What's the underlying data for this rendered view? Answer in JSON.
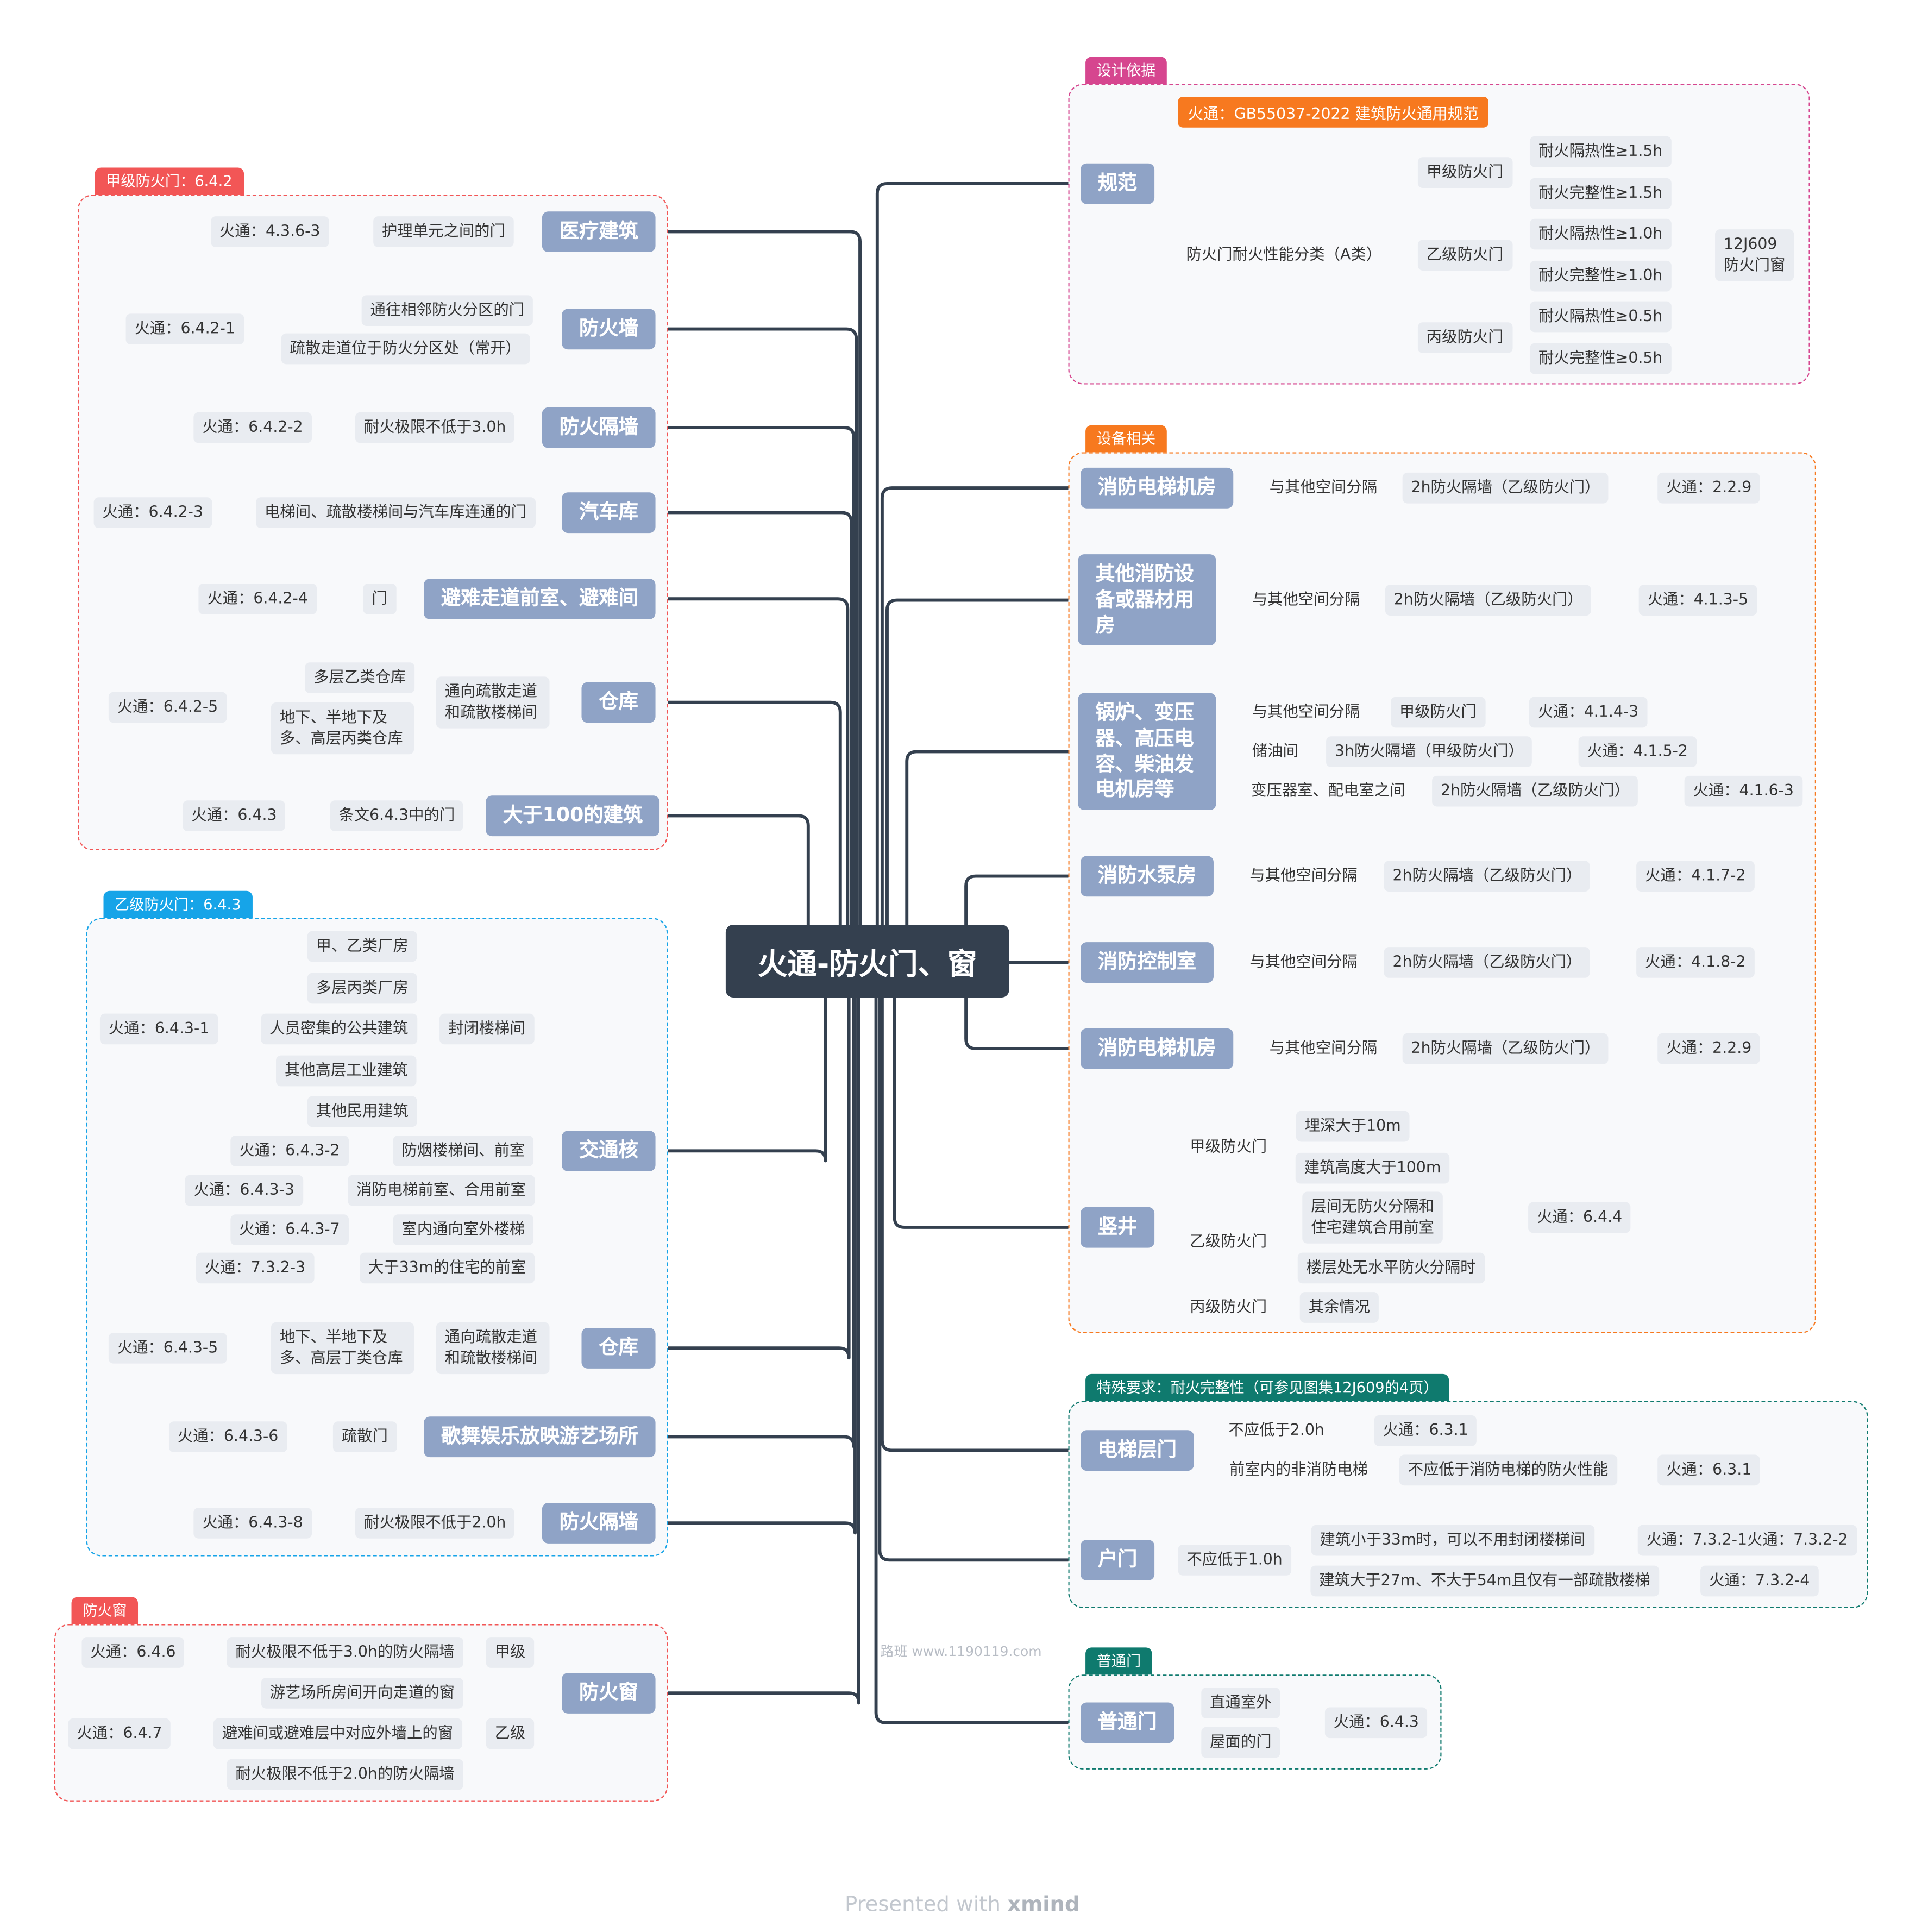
{
  "title": "火通-防火门、窗",
  "watermark": "路班  www.1190119.com",
  "footer": {
    "presented": "Presented with",
    "brand": "xmind"
  },
  "colors": {
    "red": "#f25656",
    "blue": "#16a4e8",
    "orange": "#f7791f",
    "pink": "#d6468f",
    "teal": "#0f7a6e",
    "line": "#34404f",
    "node": "#8fa3c6"
  },
  "left": {
    "jia": {
      "tag": "甲级防火门：6.4.2",
      "medical": {
        "label": "医疗建筑",
        "item": "护理单元之间的门",
        "ref": "火通：4.3.6-3"
      },
      "firewall": {
        "label": "防火墙",
        "items": [
          "通往相邻防火分区的门",
          "疏散走道位于防火分区处（常开）"
        ],
        "ref": "火通：6.4.2-1"
      },
      "partition": {
        "label": "防火隔墙",
        "item": "耐火极限不低于3.0h",
        "ref": "火通：6.4.2-2"
      },
      "garage": {
        "label": "汽车库",
        "item": "电梯间、疏散楼梯间与汽车库连通的门",
        "ref": "火通：6.4.2-3"
      },
      "refuge": {
        "label": "避难走道前室、避难间",
        "item": "门",
        "ref": "火通：6.4.2-4"
      },
      "warehouse": {
        "label": "仓库",
        "mid": "通向疏散走道和疏散楼梯间",
        "items": [
          "多层乙类仓库",
          "地下、半地下及多、高层丙类仓库"
        ],
        "ref": "火通：6.4.2-5"
      },
      "big": {
        "label": "大于100的建筑",
        "item": "条文6.4.3中的门",
        "ref": "火通：6.4.3"
      }
    },
    "yi": {
      "tag": "乙级防火门：6.4.3",
      "core": {
        "label": "交通核",
        "stair": {
          "mid": "封闭楼梯间",
          "items": [
            "甲、乙类厂房",
            "多层丙类厂房",
            "人员密集的公共建筑",
            "其他高层工业建筑",
            "其他民用建筑"
          ],
          "ref": "火通：6.4.3-1"
        },
        "rows": [
          {
            "item": "防烟楼梯间、前室",
            "ref": "火通：6.4.3-2"
          },
          {
            "item": "消防电梯前室、合用前室",
            "ref": "火通：6.4.3-3"
          },
          {
            "item": "室内通向室外楼梯",
            "ref": "火通：6.4.3-7"
          },
          {
            "item": "大于33m的住宅的前室",
            "ref": "火通：7.3.2-3"
          }
        ]
      },
      "warehouse": {
        "label": "仓库",
        "mid": "通向疏散走道和疏散楼梯间",
        "item": "地下、半地下及多、高层丁类仓库",
        "ref": "火通：6.4.3-5"
      },
      "ktv": {
        "label": "歌舞娱乐放映游艺场所",
        "item": "疏散门",
        "ref": "火通：6.4.3-6"
      },
      "partition": {
        "label": "防火隔墙",
        "item": "耐火极限不低于2.0h",
        "ref": "火通：6.4.3-8"
      }
    },
    "window": {
      "tag": "防火窗",
      "label": "防火窗",
      "jia": {
        "grade": "甲级",
        "item": "耐火极限不低于3.0h的防火隔墙",
        "ref": "火通：6.4.6"
      },
      "yi": {
        "grade": "乙级",
        "items": [
          "游艺场所房间开向走道的窗",
          "避难间或避难层中对应外墙上的窗",
          "耐火极限不低于2.0h的防火隔墙"
        ],
        "ref": "火通：6.4.7"
      }
    }
  },
  "right": {
    "basis": {
      "tag": "设计依据",
      "label": "规范",
      "code": "火通：GB55037-2022 建筑防火通用规范",
      "classify": "防火门耐火性能分类（A类）",
      "grades": [
        {
          "name": "甲级防火门",
          "items": [
            "耐火隔热性≥1.5h",
            "耐火完整性≥1.5h"
          ]
        },
        {
          "name": "乙级防火门",
          "items": [
            "耐火隔热性≥1.0h",
            "耐火完整性≥1.0h"
          ]
        },
        {
          "name": "丙级防火门",
          "items": [
            "耐火隔热性≥0.5h",
            "耐火完整性≥0.5h"
          ]
        }
      ],
      "ref": "12J609\n防火门窗"
    },
    "equip": {
      "tag": "设备相关",
      "rooms": [
        {
          "label": "消防电梯机房",
          "a": "与其他空间分隔",
          "b": "2h防火隔墙（乙级防火门）",
          "ref": "火通：2.2.9"
        },
        {
          "label": "其他消防设备或器材用房",
          "a": "与其他空间分隔",
          "b": "2h防火隔墙（乙级防火门）",
          "ref": "火通：4.1.3-5"
        },
        {
          "label": "消防水泵房",
          "a": "与其他空间分隔",
          "b": "2h防火隔墙（乙级防火门）",
          "ref": "火通：4.1.7-2"
        },
        {
          "label": "消防控制室",
          "a": "与其他空间分隔",
          "b": "2h防火隔墙（乙级防火门）",
          "ref": "火通：4.1.8-2"
        },
        {
          "label": "消防电梯机房",
          "a": "与其他空间分隔",
          "b": "2h防火隔墙（乙级防火门）",
          "ref": "火通：2.2.9"
        }
      ],
      "boiler": {
        "label": "锅炉、变压器、高压电容、柴油发电机房等",
        "rows": [
          {
            "a": "与其他空间分隔",
            "b": "甲级防火门",
            "ref": "火通：4.1.4-3"
          },
          {
            "a": "储油间",
            "b": "3h防火隔墙（甲级防火门）",
            "ref": "火通：4.1.5-2"
          },
          {
            "a": "变压器室、配电室之间",
            "b": "2h防火隔墙（乙级防火门）",
            "ref": "火通：4.1.6-3"
          }
        ]
      },
      "shaft": {
        "label": "竖井",
        "jia": {
          "name": "甲级防火门",
          "items": [
            "埋深大于10m",
            "建筑高度大于100m"
          ]
        },
        "yi": {
          "name": "乙级防火门",
          "items": [
            "层间无防火分隔和住宅建筑合用前室",
            "楼层处无水平防火分隔时"
          ]
        },
        "bing": {
          "name": "丙级防火门",
          "item": "其余情况"
        },
        "ref": "火通：6.4.4"
      }
    },
    "special": {
      "tag": "特殊要求：耐火完整性（可参见图集12J609的4页）",
      "elevator": {
        "label": "电梯层门",
        "r1": {
          "a": "不应低于2.0h",
          "ref": "火通：6.3.1"
        },
        "r2": {
          "a": "前室内的非消防电梯",
          "b": "不应低于消防电梯的防火性能",
          "ref": "火通：6.3.1"
        }
      },
      "door": {
        "label": "户门",
        "mid": "不应低于1.0h",
        "r1": {
          "a": "建筑小于33m时，可以不用封闭楼梯间",
          "ref": "火通：7.3.2-1火通：7.3.2-2"
        },
        "r2": {
          "a": "建筑大于27m、不大于54m且仅有一部疏散楼梯",
          "ref": "火通：7.3.2-4"
        }
      }
    },
    "normal": {
      "tag": "普通门",
      "label": "普通门",
      "items": [
        "直通室外",
        "屋面的门"
      ],
      "ref": "火通：6.4.3"
    }
  }
}
